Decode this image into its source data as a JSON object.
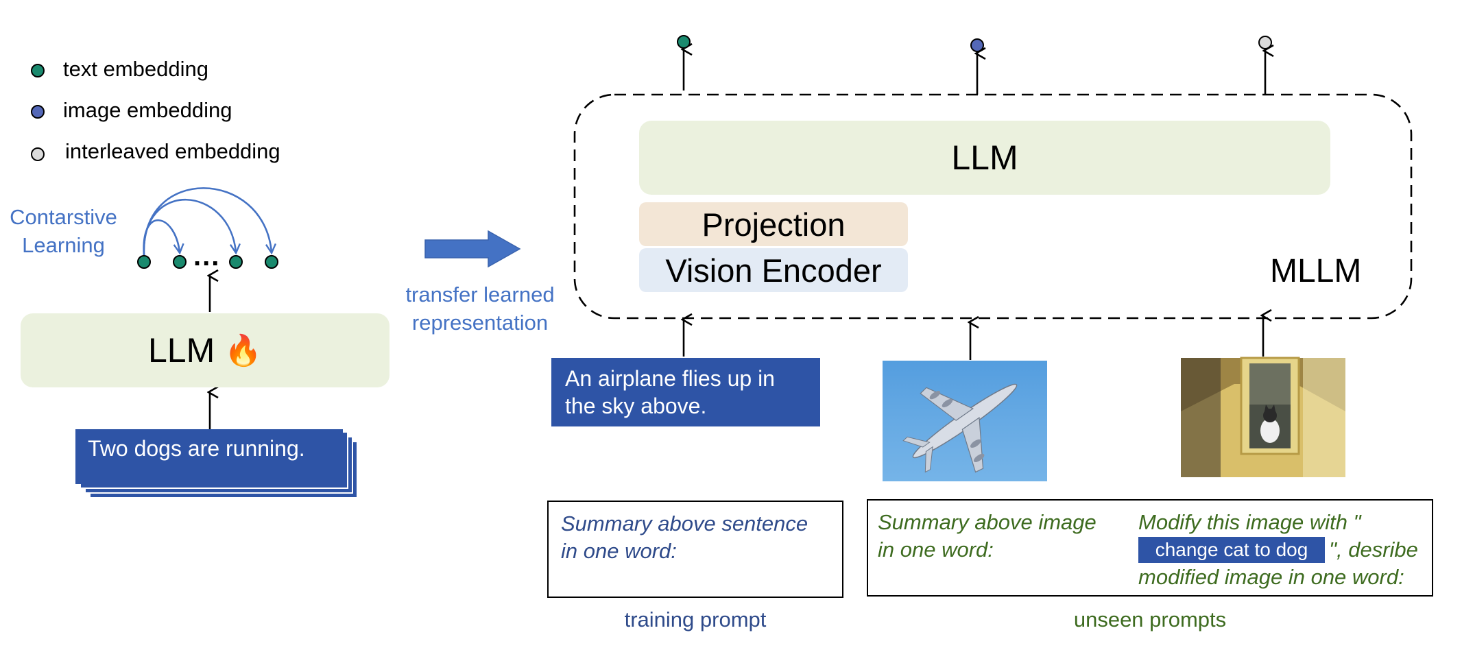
{
  "legend": {
    "items": [
      {
        "label": "text embedding",
        "color": "#1a8a6e"
      },
      {
        "label": "image embedding",
        "color": "#5468b8"
      },
      {
        "label": "interleaved embedding",
        "color": "#dcdcdc"
      }
    ]
  },
  "left": {
    "contrastive_label": "Contarstive\nLearning",
    "dots_ellipsis": "...",
    "llm_label": "LLM",
    "fire_icon": "🔥",
    "input_text": "Two dogs are running."
  },
  "transfer_label": "transfer learned\nrepresentation",
  "mllm": {
    "llm_label": "LLM",
    "projection_label": "Projection",
    "vision_encoder_label": "Vision Encoder",
    "mllm_label": "MLLM"
  },
  "inputs": {
    "text": "An airplane flies up in\nthe sky above."
  },
  "prompts": {
    "training": {
      "text": "Summary above sentence\nin one word:",
      "caption": "training prompt",
      "color": "#2e4a8a"
    },
    "unseen_image": {
      "text": "Summary above image\nin one word:"
    },
    "unseen_modify": {
      "prefix": "Modify this image with \"",
      "highlight": "change cat to dog",
      "suffix_line": "\", desribe",
      "last_line": "modified image in one word:"
    },
    "unseen_caption": "unseen prompts",
    "unseen_color": "#3d6b1f"
  },
  "colors": {
    "accent_blue": "#4472c4",
    "card_blue": "#2e54a6",
    "llm_green": "#ebf1de",
    "projection_tan": "#f3e6d6",
    "vision_blue": "#e3ebf5"
  }
}
